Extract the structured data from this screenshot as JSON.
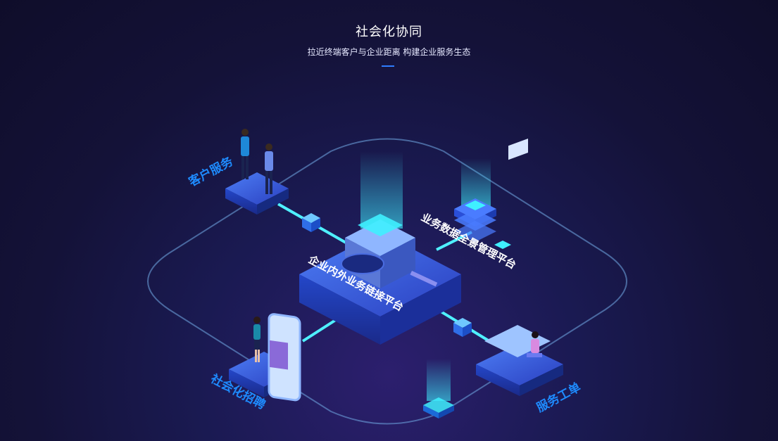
{
  "header": {
    "title": "社会化协同",
    "subtitle": "拉近终端客户与企业距离 构建企业服务生态"
  },
  "nodes": {
    "customer_service": "客户服务",
    "core_platform": "企业内外业务链接平台",
    "data_platform": "业务数据全景管理平台",
    "social_recruit": "社会化招聘",
    "service_ticket": "服务工单"
  },
  "colors": {
    "background": "#141238",
    "label_blue": "#1e8bff",
    "line_cyan": "#4ff0ff",
    "platform_blue": "#3d5ee0"
  }
}
